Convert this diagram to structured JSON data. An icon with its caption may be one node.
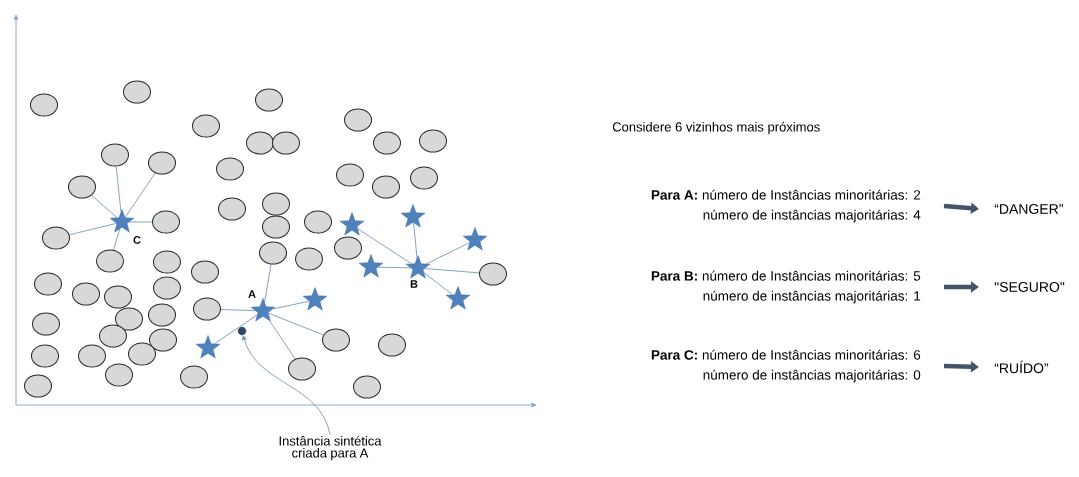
{
  "diagram": {
    "nodes": [
      {
        "text": [],
        "shape": "star",
        "beside": [
          "C"
        ]
      },
      {
        "text": [],
        "shape": "circle"
      },
      {
        "text": [],
        "shape": "circle"
      },
      {
        "text": [],
        "shape": "circle"
      },
      {
        "text": [],
        "shape": "circle"
      },
      {
        "text": [],
        "shape": "circle"
      },
      {
        "text": [],
        "shape": "circle"
      },
      {
        "text": [],
        "shape": "star",
        "beside": [
          "A"
        ]
      },
      {
        "text": [],
        "shape": "circle"
      },
      {
        "text": [],
        "shape": "circle"
      },
      {
        "text": [],
        "shape": "star"
      },
      {
        "text": [],
        "shape": "circle"
      },
      {
        "text": [],
        "shape": "circle"
      },
      {
        "text": [],
        "shape": "star"
      },
      {
        "text": [],
        "shape": "circle"
      },
      {
        "text": [],
        "shape": "star",
        "beside": [
          "B"
        ]
      },
      {
        "text": [],
        "shape": "star"
      },
      {
        "text": [],
        "shape": "star"
      },
      {
        "text": [],
        "shape": "star"
      },
      {
        "text": [],
        "shape": "star"
      },
      {
        "text": [],
        "shape": "star"
      },
      {
        "text": [],
        "shape": "circle"
      },
      {
        "text": [
          "Instância sintética criada para A"
        ]
      },
      {
        "text": [
          "**Para A:** número de Instâncias minoritárias: 2",
          "número de instâncias majoritárias: 4"
        ]
      },
      {
        "text": [
          "“DANGER”"
        ]
      },
      {
        "text": [
          "**Para B:** número de Instâncias minoritárias: 5",
          "número de instâncias majoritárias: 1"
        ]
      },
      {
        "text": [
          "\"SEGURO\""
        ]
      },
      {
        "text": [
          "**Para C:** número de Instâncias minoritárias: 6",
          "número de instâncias majoritárias: 0"
        ]
      },
      {
        "text": [
          "“RUÍDO”"
        ]
      },
      {
        "text": [],
        "shape": "circle"
      },
      {
        "text": [],
        "shape": "circle"
      },
      {
        "text": [],
        "shape": "circle"
      },
      {
        "text": [],
        "shape": "circle"
      },
      {
        "text": [],
        "shape": "circle"
      },
      {
        "text": [],
        "shape": "circle"
      },
      {
        "text": [],
        "shape": "circle"
      },
      {
        "text": [],
        "shape": "circle"
      },
      {
        "text": [],
        "shape": "circle"
      },
      {
        "text": [],
        "shape": "circle"
      },
      {
        "text": [],
        "shape": "circle"
      },
      {
        "text": [],
        "shape": "circle"
      },
      {
        "text": [],
        "shape": "circle"
      },
      {
        "text": [],
        "shape": "circle"
      },
      {
        "text": [],
        "shape": "circle"
      },
      {
        "text": [],
        "shape": "circle"
      },
      {
        "text": [],
        "shape": "circle"
      },
      {
        "text": [],
        "shape": "circle"
      },
      {
        "text": [],
        "shape": "circle"
      },
      {
        "text": [],
        "shape": "circle"
      },
      {
        "text": [],
        "shape": "circle"
      },
      {
        "text": [],
        "shape": "circle"
      },
      {
        "text": [],
        "shape": "circle"
      },
      {
        "text": [],
        "shape": "circle"
      },
      {
        "text": [],
        "shape": "circle"
      },
      {
        "text": [],
        "shape": "circle"
      },
      {
        "text": [],
        "shape": "circle"
      },
      {
        "text": [],
        "shape": "circle"
      },
      {
        "text": [],
        "shape": "circle"
      },
      {
        "text": [],
        "shape": "circle"
      },
      {
        "text": [],
        "shape": "circle"
      },
      {
        "text": [],
        "shape": "circle"
      },
      {
        "text": [],
        "shape": "circle"
      },
      {
        "text": [],
        "shape": "circle"
      },
      {
        "text": [],
        "shape": "circle"
      },
      {
        "text": [],
        "shape": "circle"
      },
      {
        "text": [],
        "shape": "circle"
      },
      {
        "text": [],
        "shape": "circle"
      }
    ],
    "edges": [
      {
        "from": 0,
        "to": 1,
        "arrow": "none"
      },
      {
        "from": 0,
        "to": 2,
        "arrow": "none"
      },
      {
        "from": 0,
        "to": 3,
        "arrow": "none"
      },
      {
        "from": 0,
        "to": 4,
        "arrow": "none"
      },
      {
        "from": 0,
        "to": 5,
        "arrow": "none"
      },
      {
        "from": 0,
        "to": 6,
        "arrow": "none"
      },
      {
        "from": 7,
        "to": 8,
        "arrow": "none"
      },
      {
        "from": 7,
        "to": 9,
        "arrow": "none"
      },
      {
        "from": 7,
        "to": 10,
        "arrow": "none"
      },
      {
        "from": 7,
        "to": 11,
        "arrow": "none"
      },
      {
        "from": 7,
        "to": 12,
        "arrow": "none"
      },
      {
        "from": 7,
        "to": 13,
        "arrow": "none"
      },
      {
        "from": 15,
        "to": 16,
        "arrow": "none"
      },
      {
        "from": 15,
        "to": 17,
        "arrow": "none"
      },
      {
        "from": 15,
        "to": 18,
        "arrow": "none"
      },
      {
        "from": 15,
        "to": 19,
        "arrow": "none"
      },
      {
        "from": 15,
        "to": 20,
        "arrow": "none"
      },
      {
        "from": 15,
        "to": 21,
        "arrow": "none"
      },
      {
        "from": 22,
        "to": 14,
        "arrow": "to"
      },
      {
        "from": 23,
        "to": 24,
        "arrow": "to",
        "style": "thick",
        "color": "#44546a"
      },
      {
        "from": 25,
        "to": 26,
        "arrow": "to",
        "style": "thick",
        "color": "#44546a"
      },
      {
        "from": 27,
        "to": 28,
        "arrow": "to",
        "style": "thick",
        "color": "#44546a"
      }
    ],
    "labels": [
      "Considere 6 vizinhos mais próximos"
    ]
  }
}
